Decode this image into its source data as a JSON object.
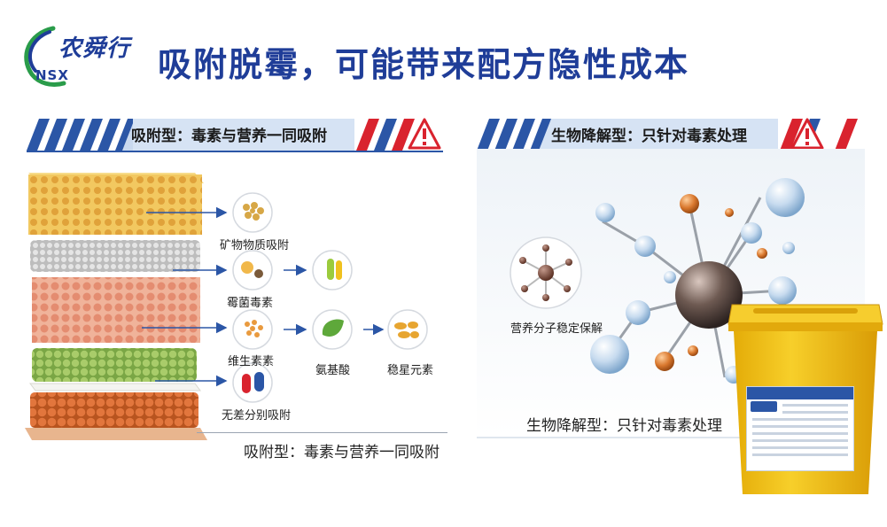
{
  "brand": {
    "name_cn": "农舜行",
    "name_en": "NSX"
  },
  "main_title": "吸附脱霉，可能带来配方隐性成本",
  "left_banner": {
    "text": "吸附型：毒素与营养一同吸附"
  },
  "right_banner": {
    "text": "生物降解型：只针对毒素处理"
  },
  "left_labels": {
    "mineral": "矿物物质吸附",
    "mycotoxin": "霉菌毒素",
    "vitamin": "维生素素",
    "amino": "氨基酸",
    "stable": "稳星元素",
    "indiscriminate": "无差分别吸附"
  },
  "left_caption": "吸附型：毒素与营养一同吸附",
  "right_labels": {
    "nutrient": "营养分子稳定保解"
  },
  "right_caption": "生物降解型：只针对毒素处理",
  "colors": {
    "brand_blue": "#1f3d98",
    "stripe_blue": "#2b56a6",
    "warning_red": "#d9232e",
    "bucket_yellow": "#f2c318"
  }
}
